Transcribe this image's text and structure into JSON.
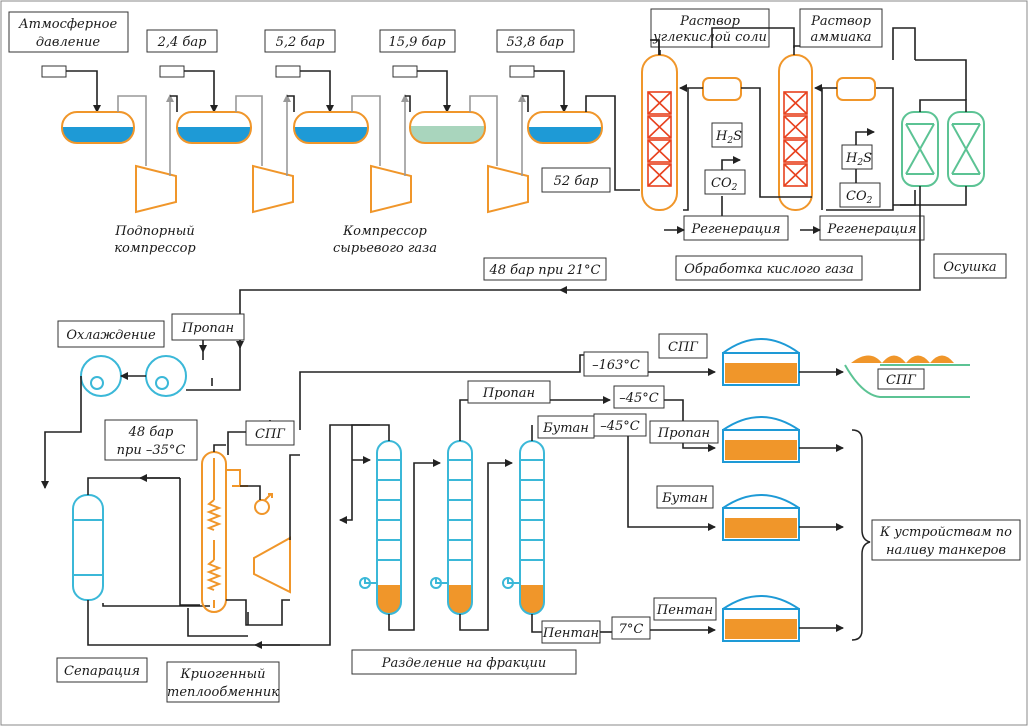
{
  "labels": {
    "atm": [
      "Атмосферное",
      "давление"
    ],
    "p1": "2,4 бар",
    "p2": "5,2 бар",
    "p3": "15,9 бар",
    "p4": "53,8 бар",
    "carbonate": [
      "Раствор",
      "углекислой соли"
    ],
    "ammonia": [
      "Раствор",
      "аммиака"
    ],
    "h2s": "H",
    "h2s_sub": "2",
    "h2s_end": "S",
    "h2s2": "H",
    "h2s2_sub": "2",
    "h2s2_end": "S",
    "co2": "CO",
    "co2_sub": "2",
    "co2b": "CO",
    "co2b_sub": "2",
    "p52": "52 бар",
    "booster": [
      "Подпорный",
      "компрессор"
    ],
    "feed_comp": [
      "Компрессор",
      "сырьевого газа"
    ],
    "regen1": "Регенерация",
    "regen2": "Регенерация",
    "cond48": "48 бар при 21°C",
    "acid": "Обработка кислого газа",
    "drying": "Осушка",
    "cooling": "Охлаждение",
    "propane_cool": "Пропан",
    "lng1": "СПГ",
    "t163": "–163°C",
    "lng_ship": "СПГ",
    "propane_top": "Пропан",
    "t45a": "–45°C",
    "butane_top": "Бутан",
    "t45b": "–45°C",
    "propane_tank": "Пропан",
    "cond48b": [
      "48 бар",
      "при –35°C"
    ],
    "lng_he": "СПГ",
    "butane_tank": "Бутан",
    "tankers": [
      "К устройствам по",
      "наливу танкеров"
    ],
    "pentane_tank": "Пентан",
    "pentane_bot": "Пентан",
    "t7": "7°C",
    "separation": "Сепарация",
    "fractions": "Разделение  на  фракции",
    "cryo_he": [
      "Криогенный",
      "теплообменник"
    ]
  },
  "colors": {
    "vessel": "#f0962a",
    "water": "#1e9ad6",
    "separator": "#3bb8d8",
    "dryer": "#5cc394",
    "absorber_fill": "#e8411e"
  }
}
